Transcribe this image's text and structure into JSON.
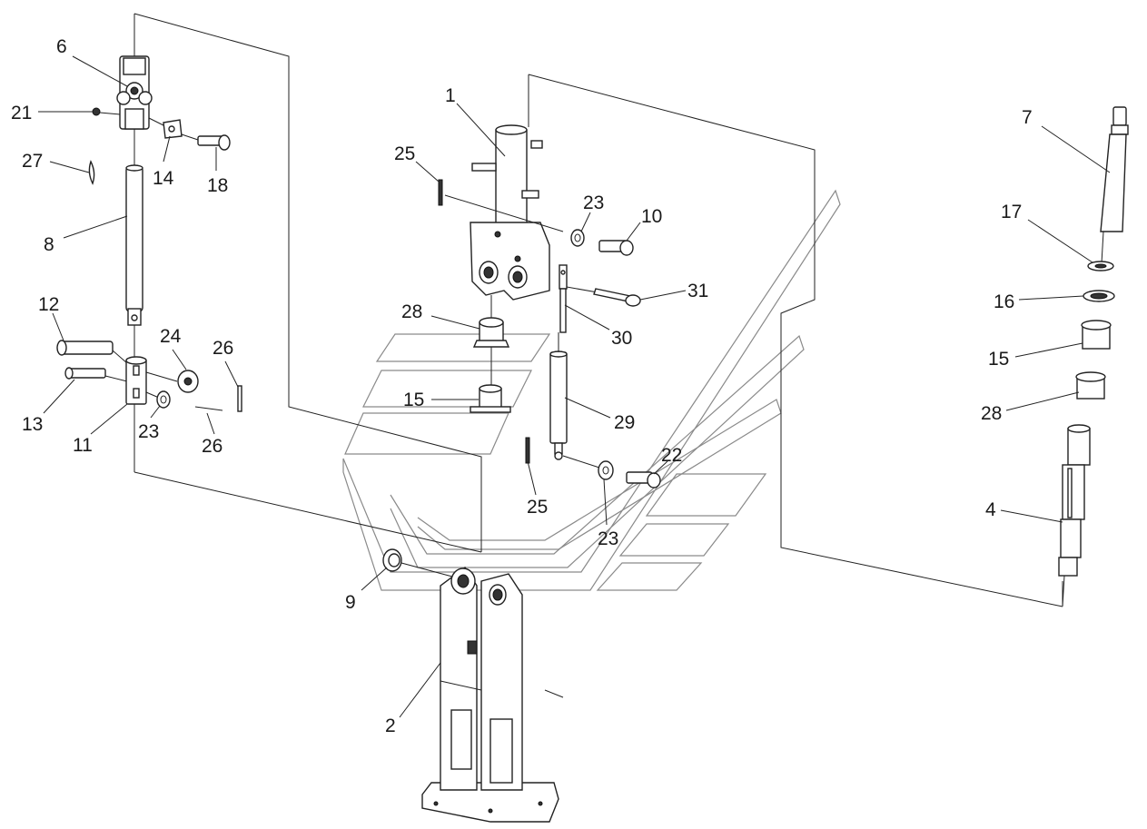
{
  "diagram": {
    "callouts": [
      {
        "id": "p1",
        "label": "1"
      },
      {
        "id": "p2",
        "label": "2"
      },
      {
        "id": "p4",
        "label": "4"
      },
      {
        "id": "p6",
        "label": "6"
      },
      {
        "id": "p7",
        "label": "7"
      },
      {
        "id": "p8",
        "label": "8"
      },
      {
        "id": "p9",
        "label": "9"
      },
      {
        "id": "p10",
        "label": "10"
      },
      {
        "id": "p11",
        "label": "11"
      },
      {
        "id": "p12",
        "label": "12"
      },
      {
        "id": "p13",
        "label": "13"
      },
      {
        "id": "p14",
        "label": "14"
      },
      {
        "id": "p15a",
        "label": "15"
      },
      {
        "id": "p15b",
        "label": "15"
      },
      {
        "id": "p16",
        "label": "16"
      },
      {
        "id": "p17",
        "label": "17"
      },
      {
        "id": "p18",
        "label": "18"
      },
      {
        "id": "p21",
        "label": "21"
      },
      {
        "id": "p22",
        "label": "22"
      },
      {
        "id": "p23a",
        "label": "23"
      },
      {
        "id": "p23b",
        "label": "23"
      },
      {
        "id": "p23c",
        "label": "23"
      },
      {
        "id": "p24",
        "label": "24"
      },
      {
        "id": "p25a",
        "label": "25"
      },
      {
        "id": "p25b",
        "label": "25"
      },
      {
        "id": "p26a",
        "label": "26"
      },
      {
        "id": "p26b",
        "label": "26"
      },
      {
        "id": "p27",
        "label": "27"
      },
      {
        "id": "p28a",
        "label": "28"
      },
      {
        "id": "p28b",
        "label": "28"
      },
      {
        "id": "p29",
        "label": "29"
      },
      {
        "id": "p30",
        "label": "30"
      },
      {
        "id": "p31",
        "label": "31"
      }
    ]
  }
}
